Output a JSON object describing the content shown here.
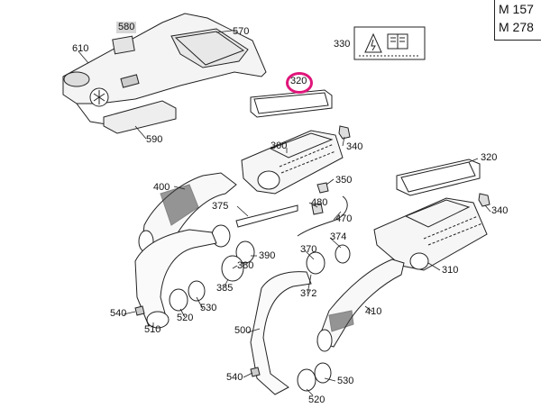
{
  "engine_codes": [
    "M 157",
    "M 278"
  ],
  "callouts": [
    {
      "id": "580",
      "text": "580"
    },
    {
      "id": "570",
      "text": "570"
    },
    {
      "id": "610",
      "text": "610"
    },
    {
      "id": "330",
      "text": "330"
    },
    {
      "id": "320a",
      "text": "320"
    },
    {
      "id": "590",
      "text": "590"
    },
    {
      "id": "300",
      "text": "300"
    },
    {
      "id": "340a",
      "text": "340"
    },
    {
      "id": "320b",
      "text": "320"
    },
    {
      "id": "400",
      "text": "400"
    },
    {
      "id": "350",
      "text": "350"
    },
    {
      "id": "375",
      "text": "375"
    },
    {
      "id": "480",
      "text": "480"
    },
    {
      "id": "470",
      "text": "470"
    },
    {
      "id": "340b",
      "text": "340"
    },
    {
      "id": "374",
      "text": "374"
    },
    {
      "id": "370",
      "text": "370"
    },
    {
      "id": "390",
      "text": "390"
    },
    {
      "id": "380",
      "text": "380"
    },
    {
      "id": "385",
      "text": "385"
    },
    {
      "id": "310",
      "text": "310"
    },
    {
      "id": "372",
      "text": "372"
    },
    {
      "id": "540a",
      "text": "540"
    },
    {
      "id": "530a",
      "text": "530"
    },
    {
      "id": "520a",
      "text": "520"
    },
    {
      "id": "510",
      "text": "510"
    },
    {
      "id": "410",
      "text": "410"
    },
    {
      "id": "500",
      "text": "500"
    },
    {
      "id": "540b",
      "text": "540"
    },
    {
      "id": "530b",
      "text": "530"
    },
    {
      "id": "520b",
      "text": "520"
    }
  ],
  "highlight_color": "#e0157a"
}
